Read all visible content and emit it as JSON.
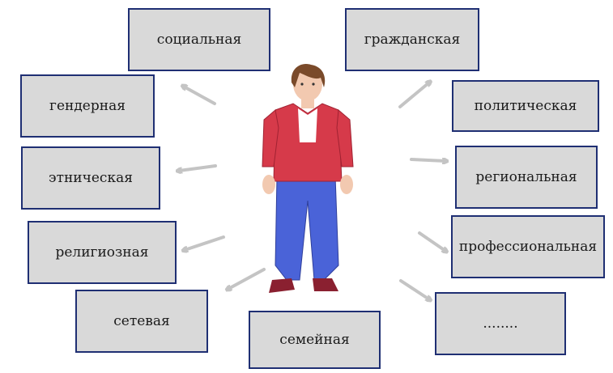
{
  "diagram": {
    "boxes": [
      {
        "id": "social",
        "label": "социальная"
      },
      {
        "id": "civil",
        "label": "гражданская"
      },
      {
        "id": "gender",
        "label": "гендерная"
      },
      {
        "id": "political",
        "label": "политическая"
      },
      {
        "id": "ethnic",
        "label": "этническая"
      },
      {
        "id": "regional",
        "label": "региональная"
      },
      {
        "id": "religious",
        "label": "религиозная"
      },
      {
        "id": "professional",
        "label": "профессиональная"
      },
      {
        "id": "network",
        "label": "сетевая"
      },
      {
        "id": "family",
        "label": "семейная"
      },
      {
        "id": "other",
        "label": "........"
      }
    ],
    "colors": {
      "box_fill": "#d9d9d9",
      "box_border": "#1f2f73",
      "arrow": "#c4c4c4",
      "shirt": "#d63a4a",
      "jeans": "#4a63d8",
      "hair": "#7a4a2a"
    }
  }
}
